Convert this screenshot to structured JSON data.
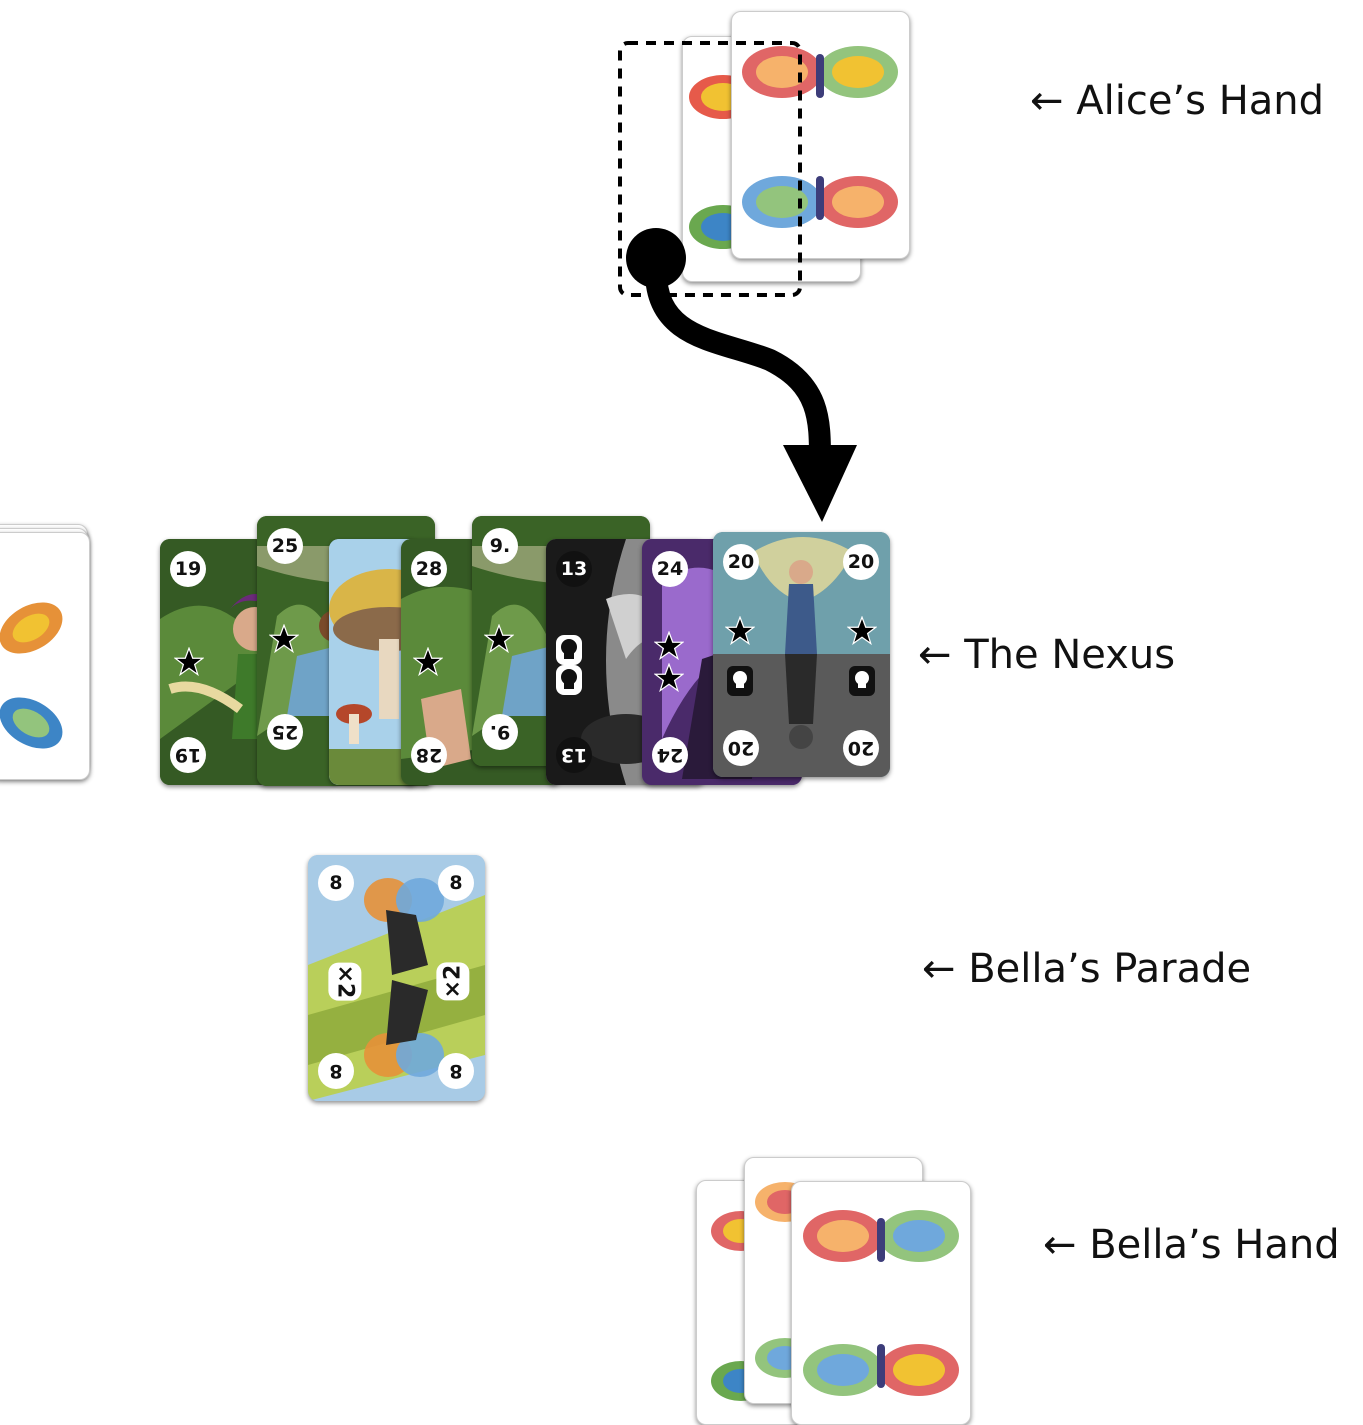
{
  "labels": {
    "alice_hand": "← Alice’s Hand",
    "nexus": "← The Nexus",
    "bella_parade": "← Bella’s Parade",
    "bella_hand": "← Bella’s Hand"
  },
  "nexus_cards": [
    {
      "value": "19",
      "icon": "star-icon",
      "theme": "forest-fairy"
    },
    {
      "value": "25",
      "icon": "star-icon",
      "theme": "forest-fairy"
    },
    {
      "value": "",
      "icon": "",
      "theme": "mushroom"
    },
    {
      "value": "28",
      "icon": "star-icon",
      "theme": "forest-fairy"
    },
    {
      "value": "9.",
      "icon": "star-icon",
      "theme": "forest-fairy"
    },
    {
      "value": "13",
      "icon": "skull-icon",
      "theme": "dark-witch"
    },
    {
      "value": "24",
      "icon": "star-icon",
      "theme": "purple-fairy"
    },
    {
      "value": "20",
      "icon": "star-icon",
      "theme": "armored-fairy"
    }
  ],
  "parade_card": {
    "value": "8",
    "multiplier": "×2"
  },
  "colors": {
    "forest": "#3f6b2a",
    "mushroom": "#c7a04a",
    "witch": "#6e6e6e",
    "purple": "#6a3a9a",
    "armored": "#5a8a9a",
    "parade_sky": "#9fc3e0",
    "arrow": "#000000"
  }
}
